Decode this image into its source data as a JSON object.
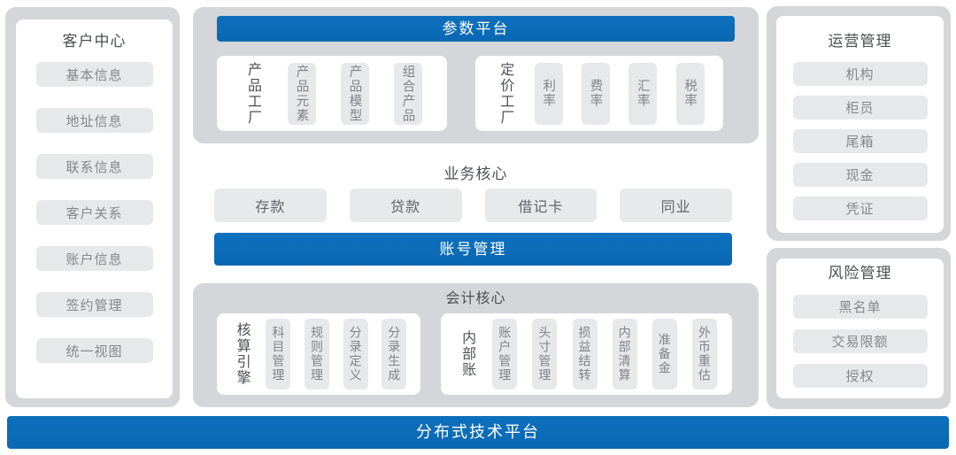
{
  "colors": {
    "accent_blue": "#0b6cb8",
    "panel_gray": "#d4d6d9",
    "item_gray": "#e7e8ea"
  },
  "customer_center": {
    "title": "客户中心",
    "items": [
      "基本信息",
      "地址信息",
      "联系信息",
      "客户关系",
      "账户信息",
      "签约管理",
      "统一视图"
    ]
  },
  "parameter_platform": {
    "title": "参数平台",
    "groups": [
      {
        "label": "产品工厂",
        "items": [
          "产品元素",
          "产品模型",
          "组合产品"
        ]
      },
      {
        "label": "定价工厂",
        "items": [
          "利率",
          "费率",
          "汇率",
          "税率"
        ]
      }
    ]
  },
  "business_core": {
    "title": "业务核心",
    "items": [
      "存款",
      "贷款",
      "借记卡",
      "同业"
    ]
  },
  "account_management": {
    "title": "账号管理"
  },
  "accounting_core": {
    "title": "会计核心",
    "groups": [
      {
        "label": "核算引擎",
        "items": [
          "科目管理",
          "规则管理",
          "分录定义",
          "分录生成"
        ]
      },
      {
        "label": "内部账",
        "items": [
          "账户管理",
          "头寸管理",
          "损益结转",
          "内部清算",
          "准备金",
          "外币重估"
        ]
      }
    ]
  },
  "operations_management": {
    "title": "运营管理",
    "items": [
      "机构",
      "柜员",
      "尾箱",
      "现金",
      "凭证"
    ]
  },
  "risk_management": {
    "title": "风险管理",
    "items": [
      "黑名单",
      "交易限额",
      "授权"
    ]
  },
  "tech_platform": {
    "title": "分布式技术平台"
  }
}
